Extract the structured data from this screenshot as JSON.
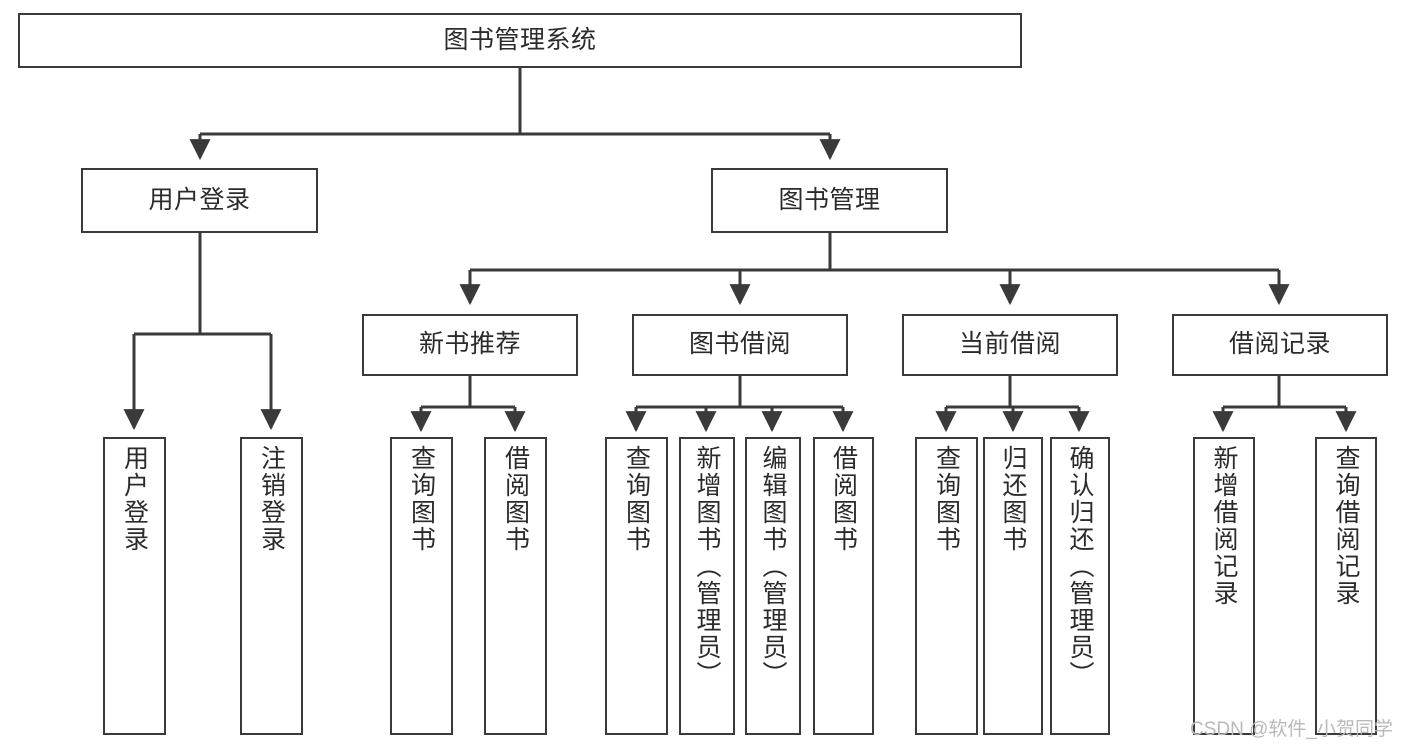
{
  "diagram": {
    "title": "图书管理系统",
    "type": "hierarchy-tree",
    "watermark": "CSDN @软件_小贺同学",
    "colors": {
      "box_border": "#3a3a3a",
      "box_fill": "#ffffff",
      "edge": "#3a3a3a",
      "text": "#2b2b2b",
      "watermark": "#b9b9b9"
    },
    "levels": {
      "root": {
        "label": "图书管理系统"
      },
      "level2": [
        {
          "label": "用户登录"
        },
        {
          "label": "图书管理"
        }
      ],
      "level3": [
        {
          "label": "新书推荐"
        },
        {
          "label": "图书借阅"
        },
        {
          "label": "当前借阅"
        },
        {
          "label": "借阅记录"
        }
      ],
      "leaves": [
        {
          "label": "用户登录",
          "parent": "用户登录"
        },
        {
          "label": "注销登录",
          "parent": "用户登录"
        },
        {
          "label": "查询图书",
          "parent": "新书推荐"
        },
        {
          "label": "借阅图书",
          "parent": "新书推荐"
        },
        {
          "label": "查询图书",
          "parent": "图书借阅"
        },
        {
          "label": "新增图书（管理员）",
          "parent": "图书借阅"
        },
        {
          "label": "编辑图书（管理员）",
          "parent": "图书借阅"
        },
        {
          "label": "借阅图书",
          "parent": "图书借阅"
        },
        {
          "label": "查询图书",
          "parent": "当前借阅"
        },
        {
          "label": "归还图书",
          "parent": "当前借阅"
        },
        {
          "label": "确认归还（管理员）",
          "parent": "当前借阅"
        },
        {
          "label": "新增借阅记录",
          "parent": "借阅记录"
        },
        {
          "label": "查询借阅记录",
          "parent": "借阅记录"
        }
      ]
    }
  }
}
